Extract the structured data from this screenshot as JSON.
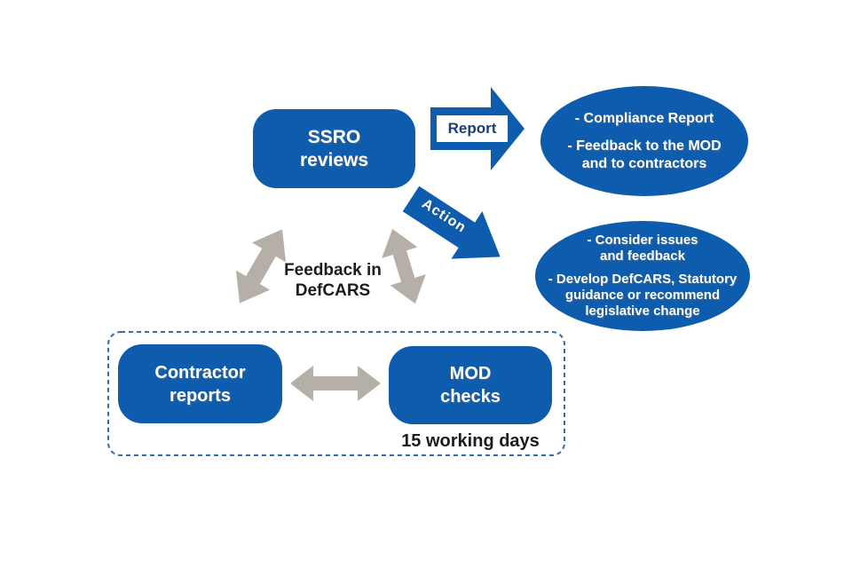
{
  "colors": {
    "shape_blue": "#0d5cad",
    "label_navy": "#1e3c78",
    "arrow_gray": "#b5afa8",
    "dashed_border_blue": "#2e6cb5",
    "text_black": "#1c1c1c",
    "background": "#ffffff"
  },
  "diagram": {
    "ssro_box": {
      "line1": "SSRO",
      "line2": "reviews"
    },
    "report_arrow": {
      "label": "Report"
    },
    "action_arrow": {
      "label": "Action"
    },
    "report_outputs_ellipse": {
      "item1": "- Compliance Report",
      "item2_line1": "- Feedback to the MOD",
      "item2_line2": "and to contractors"
    },
    "action_outputs_ellipse": {
      "item1_line1": "- Consider issues",
      "item1_line2": "and feedback",
      "item2_line1": "- Develop DefCARS, Statutory",
      "item2_line2": "guidance or recommend",
      "item2_line3": "legislative change"
    },
    "feedback_label": {
      "line1": "Feedback in",
      "line2": "DefCARS"
    },
    "contractor_box": {
      "line1": "Contractor",
      "line2": "reports"
    },
    "mod_box": {
      "line1": "MOD",
      "line2": "checks"
    },
    "working_days_label": "15 working days"
  }
}
